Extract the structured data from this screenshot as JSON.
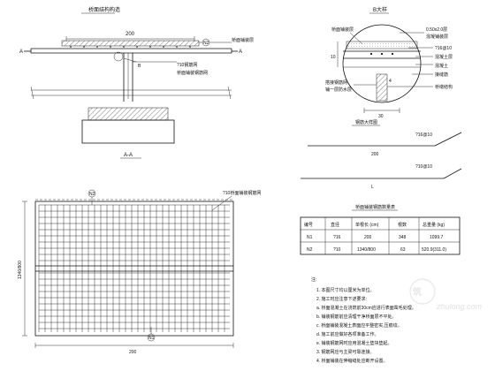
{
  "elevation": {
    "title": "桥面结构构造",
    "label_section_left": "A",
    "label_section_right": "A",
    "dim_width": "200",
    "callout_n2": "N2",
    "label_deck": "桥面铺装层",
    "label_rebar": "?10钢筋网",
    "label_mesh": "桥面铺装钢筋网",
    "callout_b": "B"
  },
  "detail": {
    "title": "B大样",
    "label_top": "桥面铺装层",
    "label_waterproof": "0.50x2.0层",
    "label_waterproof2": "混凝铺装层",
    "label_n1": "?16@10",
    "label_layer": "混凝土层",
    "label_bridge": "混凝土",
    "label_joint": "接缝筋",
    "label_pier": "桥墩",
    "label_bottom_left1": "搭接钢筋网",
    "label_bottom_left2": "铺一层防水层",
    "label_bottom_right": "桥墩结构",
    "dim_10": "10",
    "dim_30": "30",
    "dim_4": "4"
  },
  "rebar": {
    "title": "钢筋大样图",
    "n1_label": "?16@10",
    "n1_len": "200",
    "n2_label": "?10@10",
    "n2_len": "L"
  },
  "plan": {
    "title": "A-A",
    "label_mesh": "?10桥面铺装钢筋网",
    "dim_height": "1340/800",
    "dim_width": "200",
    "callout_n1": "N1",
    "callout_n2": "N2"
  },
  "table": {
    "title": "桥面铺装钢筋数量表",
    "headers": [
      "编号",
      "直径",
      "单根长 (cm)",
      "根数",
      "总重量 (kg)"
    ],
    "rows": [
      [
        "N1",
        "?16",
        "200",
        "348",
        "1099.7"
      ],
      [
        "N2",
        "?10",
        "1340/800",
        "63",
        "520.9(311.0)"
      ]
    ]
  },
  "notes": {
    "title": "注:",
    "items": [
      "1. 本图尺寸均以厘米为单位。",
      "2. 施工时应注意下述要求:",
      "a. 桥面混凝土在浇筑前30cm应进行表面凿毛处理。",
      "b. 铺装钢筋前应清理干净桥面层不平处。",
      "c. 桥面铺装混凝土表面应平整密实,压痕纹。",
      "d. 施工前应做好各项准备工作。",
      "e. 铺装钢筋网时应用混凝土垫块垫起。",
      "3. 钢筋网应与主梁可靠连接。",
      "4. 桥面铺装在伸缩缝处应断开设置。"
    ]
  },
  "watermark": {
    "brand": "zhulong.com"
  }
}
